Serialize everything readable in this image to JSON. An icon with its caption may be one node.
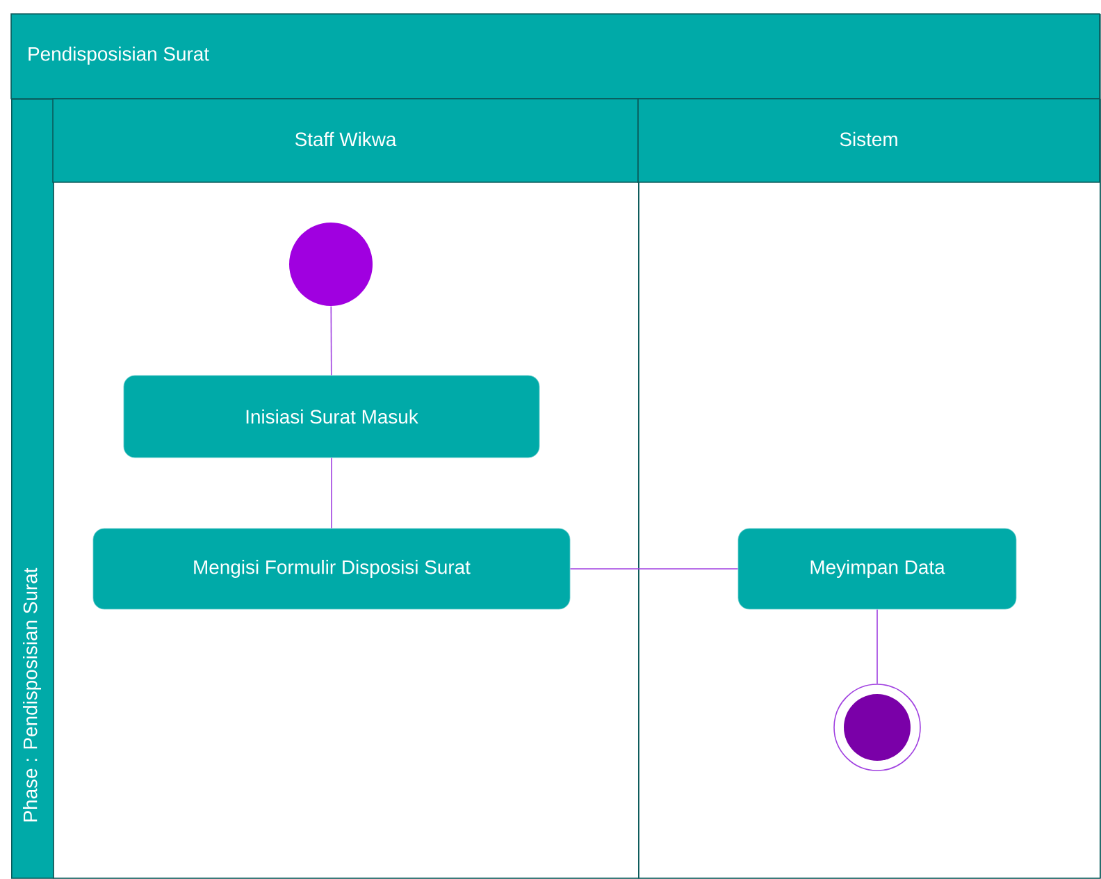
{
  "diagram": {
    "nodes": [
      {
        "text": [
          "Pendisposisian Surat"
        ]
      },
      {
        "text": [
          "Phase : Pendisposisian Surat"
        ],
        "in": 0
      },
      {
        "text": [
          "Staff Wikwa"
        ],
        "in": 0
      },
      {
        "text": [
          "Sistem"
        ],
        "in": 0
      },
      {
        "text": [],
        "shape": "circle",
        "in": 2
      },
      {
        "text": [
          "Inisiasi Surat Masuk"
        ],
        "in": 2
      },
      {
        "text": [
          "Mengisi Formulir Disposisi Surat"
        ],
        "in": 2
      },
      {
        "text": [
          "Meyimpan Data"
        ],
        "in": 3
      },
      {
        "text": [],
        "shape": "circle",
        "in": 3
      }
    ],
    "edges": [
      {
        "from": 4,
        "to": 5,
        "arrow": "none"
      },
      {
        "from": 5,
        "to": 6,
        "arrow": "none"
      },
      {
        "from": 6,
        "to": 7,
        "arrow": "none"
      },
      {
        "from": 7,
        "to": 8,
        "arrow": "none"
      }
    ]
  }
}
